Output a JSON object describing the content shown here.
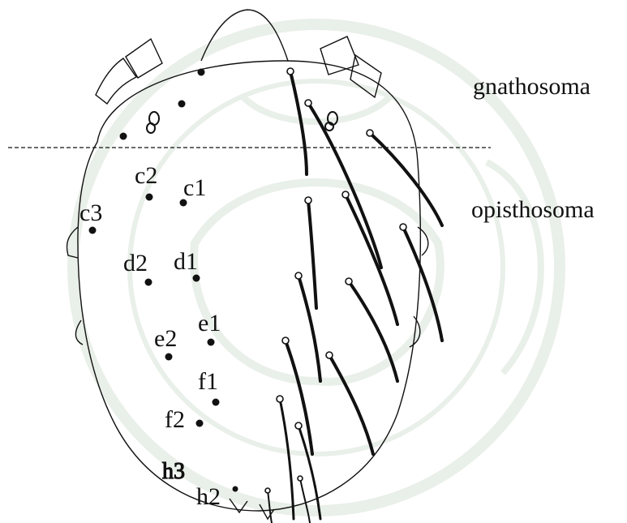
{
  "colors": {
    "ink": "#111111",
    "watermark": "#e9efe9",
    "background": "#ffffff"
  },
  "regions": {
    "gnathosoma": "gnathosoma",
    "opisthosoma": "opisthosoma"
  },
  "setae": {
    "c1": "c1",
    "c2": "c2",
    "c3": "c3",
    "d1": "d1",
    "d2": "d2",
    "e1": "e1",
    "e2": "e2",
    "f1": "f1",
    "f2": "f2",
    "h2": "h2",
    "h3": "h3"
  }
}
